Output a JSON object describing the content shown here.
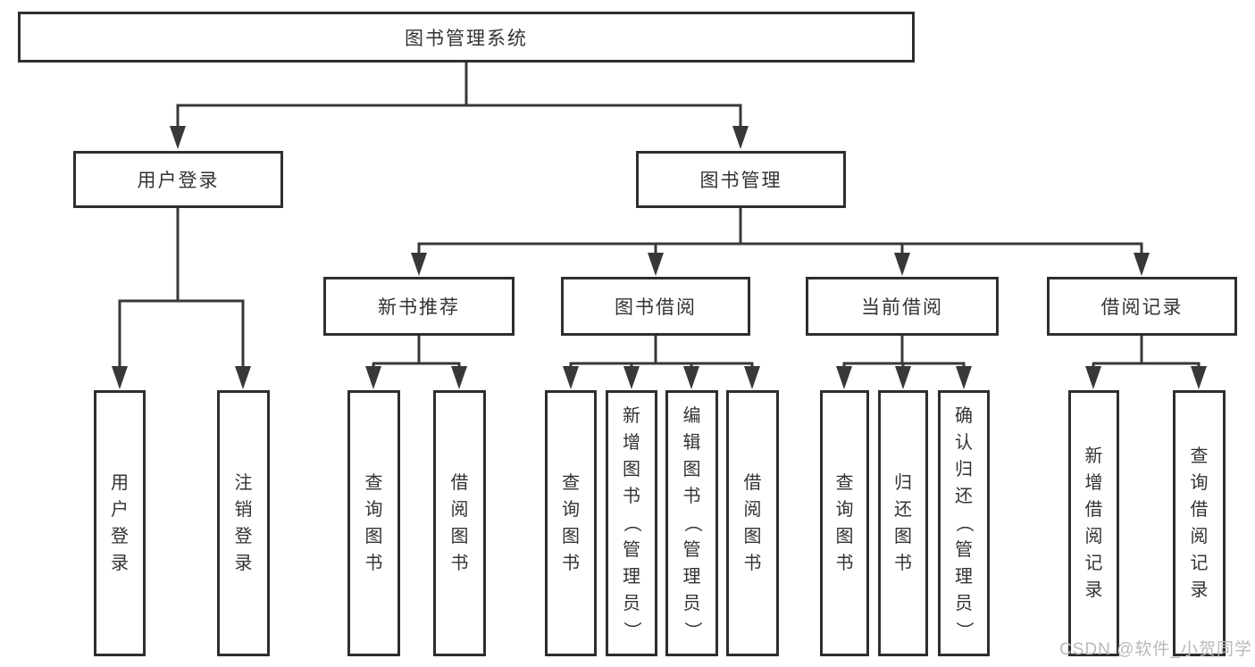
{
  "diagram": {
    "type": "hierarchy-tree",
    "colors": {
      "background": "#ffffff",
      "line": "#383838",
      "box_border": "#2e2e2e",
      "text": "#333333",
      "watermark": "#b9b9b9"
    },
    "tree": {
      "label": "图书管理系统",
      "children": [
        {
          "label": "用户登录",
          "children": [
            {
              "label": "用户登录"
            },
            {
              "label": "注销登录"
            }
          ]
        },
        {
          "label": "图书管理",
          "children": [
            {
              "label": "新书推荐",
              "children": [
                {
                  "label": "查询图书"
                },
                {
                  "label": "借阅图书"
                }
              ]
            },
            {
              "label": "图书借阅",
              "children": [
                {
                  "label": "查询图书"
                },
                {
                  "label": "新增图书（管理员）"
                },
                {
                  "label": "编辑图书（管理员）"
                },
                {
                  "label": "借阅图书"
                }
              ]
            },
            {
              "label": "当前借阅",
              "children": [
                {
                  "label": "查询图书"
                },
                {
                  "label": "归还图书"
                },
                {
                  "label": "确认归还（管理员）"
                }
              ]
            },
            {
              "label": "借阅记录",
              "children": [
                {
                  "label": "新增借阅记录"
                },
                {
                  "label": "查询借阅记录"
                }
              ]
            }
          ]
        }
      ]
    },
    "watermark": {
      "text": "CSDN @软件_小贺同学"
    }
  }
}
